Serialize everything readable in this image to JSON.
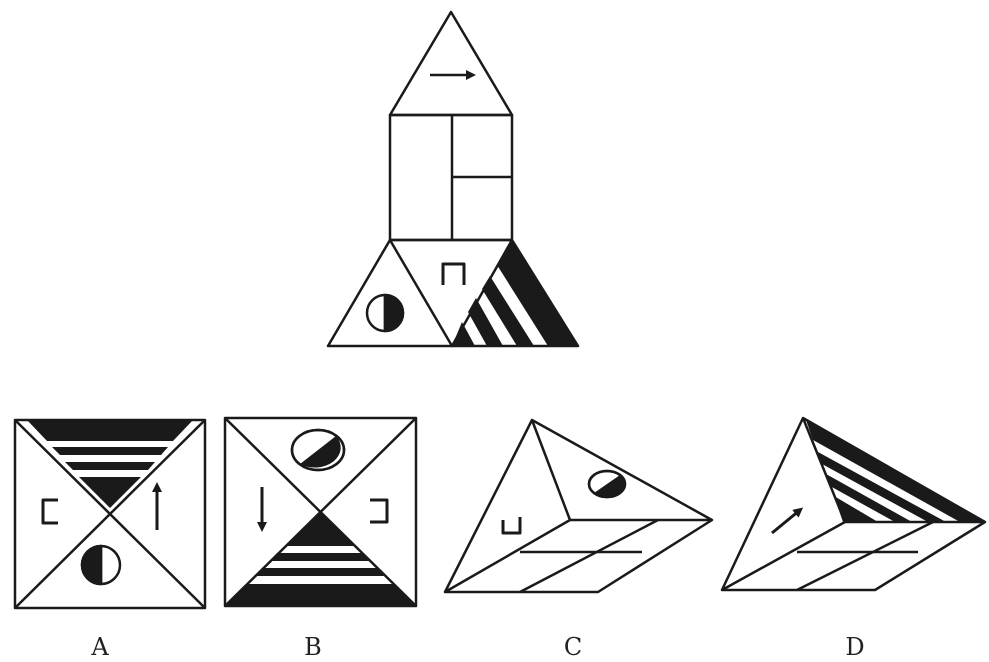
{
  "options": [
    {
      "letter": "A"
    },
    {
      "letter": "B"
    },
    {
      "letter": "C"
    },
    {
      "letter": "D"
    }
  ],
  "colors": {
    "ink": "#1a1a1a",
    "paper": "#ffffff"
  }
}
